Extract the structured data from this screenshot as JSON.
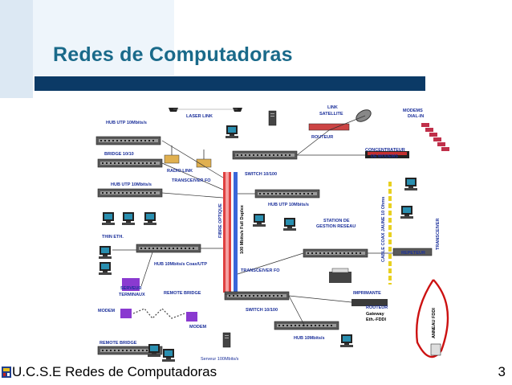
{
  "slide": {
    "title": "Redes de Computadoras",
    "footer_text": "U.C.S.E Redes de Computadoras",
    "page_number": "3",
    "logo_icon": "university-logo-icon"
  },
  "colors": {
    "title": "#1a6a8a",
    "title_bar": "#0b3a66",
    "label": "#1a2f9a"
  },
  "diagram": {
    "labels": {
      "hub1": "HUB UTP 10Mbits/s",
      "laser": "LASER LINK",
      "link_sat": "LINK",
      "satellite": "SATELLITE",
      "modems": "MODEMS",
      "dialin": "DIAL-IN",
      "bridge": "BRIDGE 10/10",
      "routeur1": "ROUTEUR",
      "concentrateur": "CONCENTRATEUR",
      "demodems": "DE MODEMS",
      "radio": "RADIO LINK",
      "switch1": "SWITCH 10/100",
      "hub2": "HUB UTP 10Mbits/s",
      "transceiver1": "TRANSCEIVER FO",
      "hub3": "HUB UTP 10Mbits/s",
      "station": "STATION DE",
      "gestion": "GESTION RESEAU",
      "fibre": "FIBRE OPTIQUE",
      "fdx": "100 Mbits/s Full Duplex",
      "cable": "CABLE COAX JAUNE 10 Ohms",
      "transceiver_v": "TRANSCEIVER",
      "thin": "THIN ETH.",
      "hub_coax": "HUB 10Mbits/s Coax/UTP",
      "transceiver2": "TRANSCEIVER FO",
      "repeteur": "REPETEUR",
      "serveur": "SERVEUR",
      "terminaux": "TERMINAUX",
      "remote1": "REMOTE BRIDGE",
      "imprimante": "IMPRIMANTE",
      "modem1": "MODEM",
      "switch2": "SWITCH 10/100",
      "routeur2": "ROUTEUR",
      "gateway": "Gateway",
      "ethfddi": "Eth.-FDDI",
      "anneau": "ANNEAU FDDI",
      "modem2": "MODEM",
      "hub4": "HUB 10Mbits/s",
      "remote2": "REMOTE BRIDGE",
      "serveur100": "Serveur 100Mbits/s"
    }
  }
}
